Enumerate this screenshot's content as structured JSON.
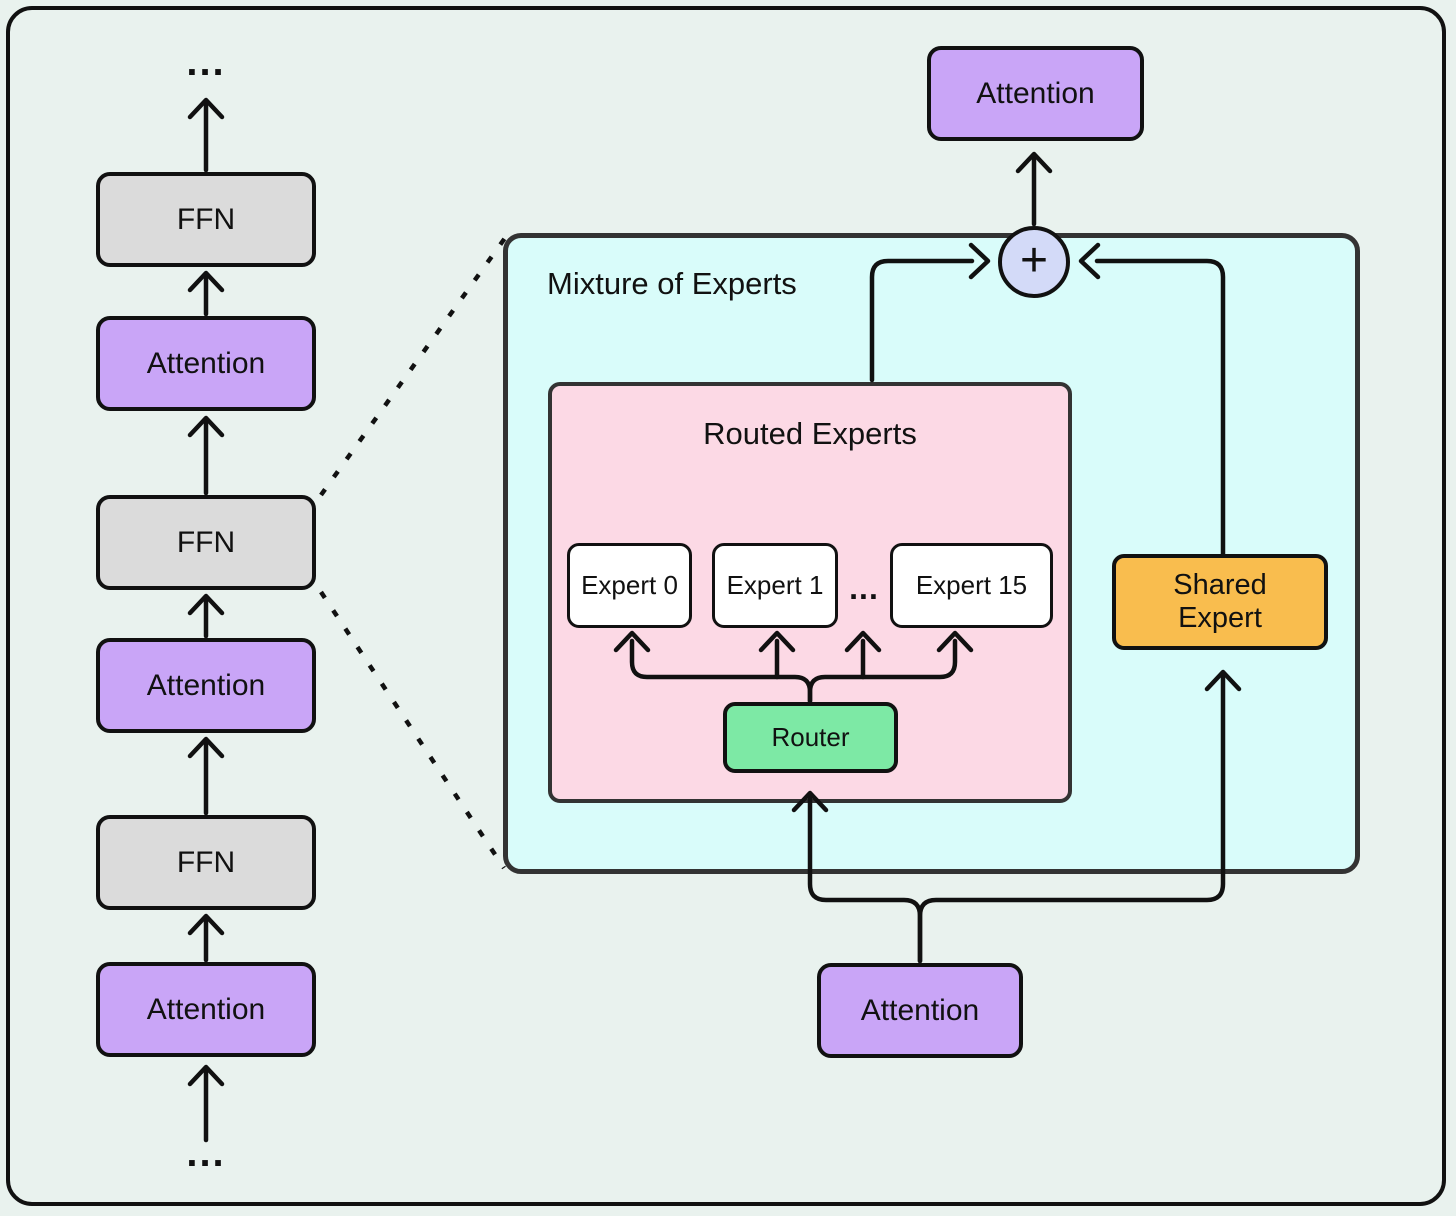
{
  "left_column": {
    "dots_top": "...",
    "dots_bottom": "...",
    "blocks": [
      {
        "label": "FFN",
        "type": "ffn"
      },
      {
        "label": "Attention",
        "type": "attention"
      },
      {
        "label": "FFN",
        "type": "ffn"
      },
      {
        "label": "Attention",
        "type": "attention"
      },
      {
        "label": "FFN",
        "type": "ffn"
      },
      {
        "label": "Attention",
        "type": "attention"
      }
    ]
  },
  "moe": {
    "title": "Mixture of Experts",
    "plus_sign": "+",
    "attention_top": "Attention",
    "attention_bottom": "Attention",
    "routed_experts": {
      "title": "Routed Experts",
      "experts": [
        "Expert 0",
        "Expert 1",
        "Expert 15"
      ],
      "dots": "...",
      "router": "Router"
    },
    "shared_expert": "Shared Expert"
  },
  "colors": {
    "background": "#e9f2ee",
    "frame_border": "#111111",
    "moe_fill": "#d9fcfa",
    "moe_border": "#333333",
    "routed_fill": "#fcd9e5",
    "attention_fill": "#c9a5f7",
    "ffn_fill": "#dbdbdb",
    "expert_fill": "#ffffff",
    "router_fill": "#7de9a5",
    "shared_fill": "#f9bd4e",
    "plus_fill": "#d3daf8",
    "line": "#111111"
  }
}
